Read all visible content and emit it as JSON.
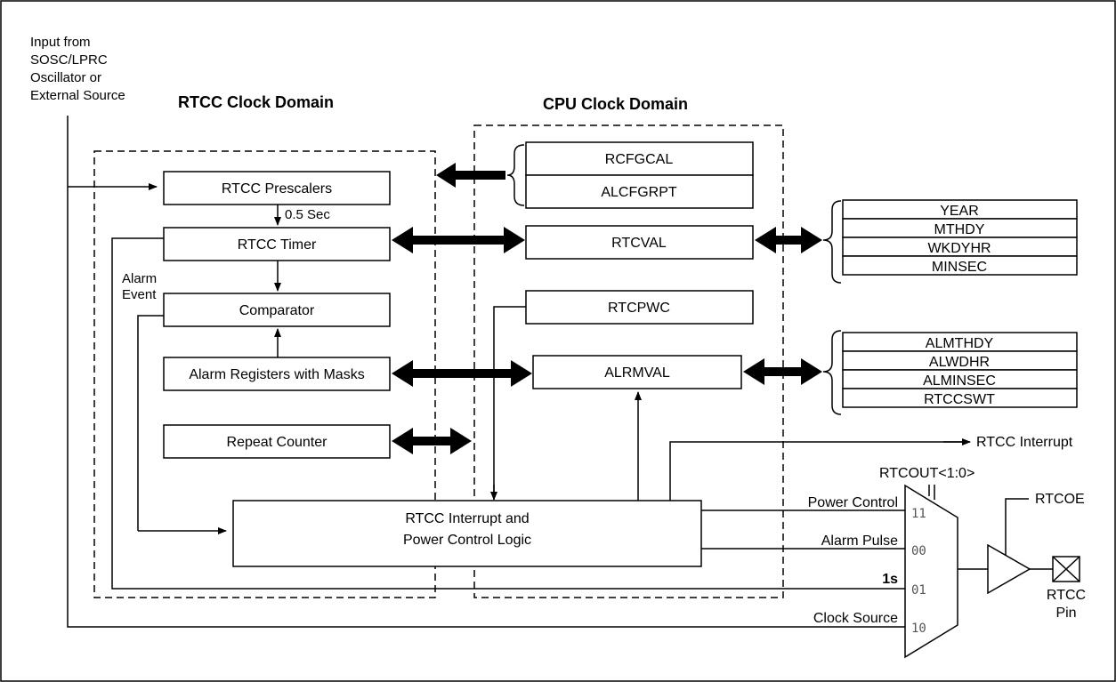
{
  "input_source": [
    "Input from",
    "SOSC/LPRC",
    "Oscillator or",
    "External Source"
  ],
  "domains": {
    "rtcc": "RTCC Clock Domain",
    "cpu": "CPU Clock Domain"
  },
  "rtcc_blocks": {
    "prescalers": "RTCC Prescalers",
    "half_sec": "0.5 Sec",
    "timer": "RTCC Timer",
    "alarm_event": [
      "Alarm",
      "Event"
    ],
    "comparator": "Comparator",
    "alarm_registers": "Alarm Registers with Masks",
    "repeat_counter": "Repeat Counter",
    "interrupt_logic": [
      "RTCC Interrupt and",
      "Power Control Logic"
    ]
  },
  "cpu_registers": {
    "rcfgcal": "RCFGCAL",
    "alcfgrpt": "ALCFGRPT",
    "rtcval": "RTCVAL",
    "rtcpwc": "RTCPWC",
    "alrmval": "ALRMVAL"
  },
  "rtcval_fields": [
    "YEAR",
    "MTHDY",
    "WKDYHR",
    "MINSEC"
  ],
  "alrmval_fields": [
    "ALMTHDY",
    "ALWDHR",
    "ALMINSEC",
    "RTCCSWT"
  ],
  "outputs": {
    "interrupt": "RTCC Interrupt",
    "rtcout": "RTCOUT<1:0>",
    "power_control": "Power Control",
    "alarm_pulse": "Alarm Pulse",
    "one_sec": "1s",
    "clock_source": "Clock Source",
    "mux_inputs": [
      "11",
      "00",
      "01",
      "10"
    ],
    "rtcoe": "RTCOE",
    "pin": [
      "RTCC",
      "Pin"
    ]
  }
}
